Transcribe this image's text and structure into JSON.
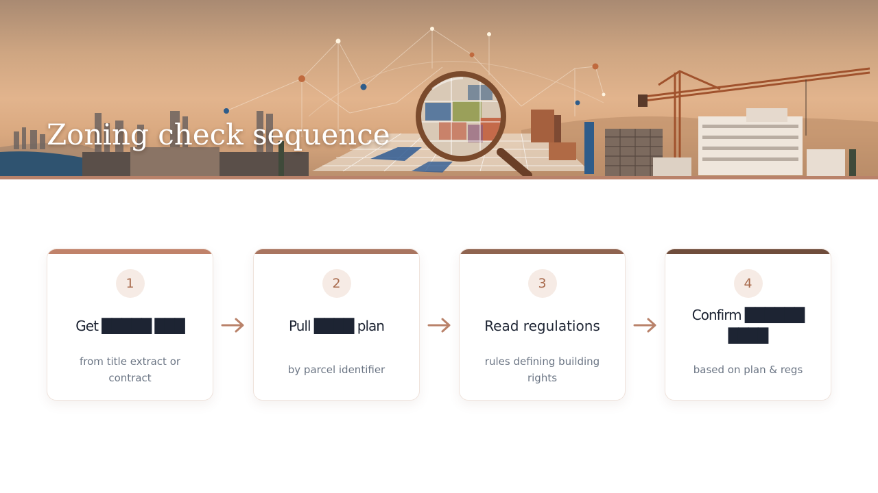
{
  "slide": {
    "title": "Zoning check sequence"
  },
  "colors": {
    "accent": "#b9826a",
    "arrow": "#b9826a",
    "number_bg": "#f6ebe5",
    "number_text": "#a86a4c",
    "heading": "#1d2433",
    "body_text": "#6b7584",
    "card_topbars": [
      "#c0826a",
      "#a97560",
      "#8f6450",
      "#6f4d3c"
    ]
  },
  "steps": [
    {
      "number": "1",
      "title": "Get █████ ███",
      "description": "from title extract or contract"
    },
    {
      "number": "2",
      "title": "Pull ████ plan",
      "description": "by parcel identifier"
    },
    {
      "number": "3",
      "title": "Read regulations",
      "description": "rules defining building rights"
    },
    {
      "number": "4",
      "title": "Confirm ██████ ████",
      "description": "based on plan & regs"
    }
  ],
  "icons": {
    "banner": "city-zoning-magnifier-illustration",
    "arrow": "arrow-right-icon"
  }
}
